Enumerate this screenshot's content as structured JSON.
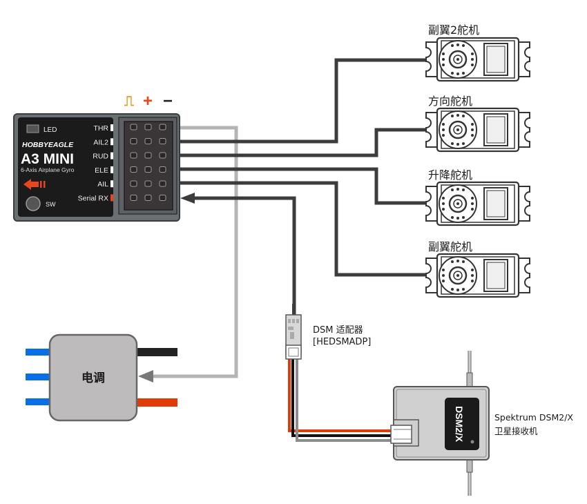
{
  "title": "A3 MINI wiring diagram",
  "gyro": {
    "brand": "HOBBYEAGLE",
    "model": "A3 MINI",
    "subtitle": "6-Axis Airplane Gyro",
    "led_label": "LED",
    "sw_label": "SW",
    "ports": [
      {
        "label": "THR",
        "indicator": "#ffffff"
      },
      {
        "label": "AIL2",
        "indicator": "#ffffff"
      },
      {
        "label": "RUD",
        "indicator": "#ffffff"
      },
      {
        "label": "ELE",
        "indicator": "#ffffff"
      },
      {
        "label": "AIL",
        "indicator": "#ffffff"
      },
      {
        "label": "Serial RX",
        "indicator": "#e8461c"
      }
    ],
    "pin_legend": {
      "signal": "⎍",
      "plus": "+",
      "minus": "−"
    },
    "pin_legend_colors": {
      "signal": "#f0961e",
      "plus": "#e8461c",
      "minus": "#222222"
    }
  },
  "servos": [
    {
      "label": "副翼2舵机",
      "port": "AIL2"
    },
    {
      "label": "方向舵机",
      "port": "RUD"
    },
    {
      "label": "升降舵机",
      "port": "ELE"
    },
    {
      "label": "副翼舵机",
      "port": "AIL"
    }
  ],
  "esc": {
    "label": "电调",
    "port": "THR"
  },
  "adapter": {
    "line1": "DSM 适配器",
    "line2": "[HEDSMADP]"
  },
  "satellite": {
    "badge": "DSM2/X",
    "line1": "Spektrum DSM2/X",
    "line2": "卫星接收机"
  },
  "colors": {
    "wire_dark": "#3c3c3c",
    "wire_light": "#b4b4b4",
    "esc_blue": "#0a6ee6",
    "esc_red": "#e03c0a",
    "esc_black": "#222222",
    "accent_orange": "#e8461c"
  }
}
